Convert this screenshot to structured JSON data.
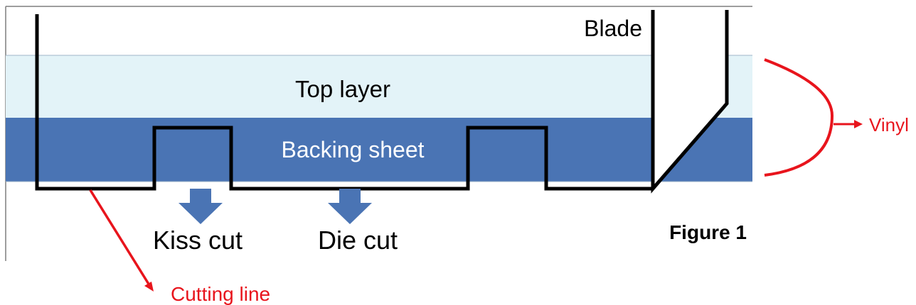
{
  "labels": {
    "blade": "Blade",
    "top_layer": "Top layer",
    "backing_sheet": "Backing sheet",
    "kiss_cut": "Kiss cut",
    "die_cut": "Die cut",
    "figure": "Figure 1",
    "vinyl": "Vinyl",
    "cutting_line": "Cutting line"
  },
  "colors": {
    "top_layer_fill": "#e3f3f8",
    "backing_sheet_fill": "#4a74b4",
    "backing_text": "#ffffff",
    "arrow_fill": "#4a74b4",
    "annotation_red": "#e8141c",
    "line_black": "#000000",
    "frame_gray": "#7f7f7f"
  }
}
